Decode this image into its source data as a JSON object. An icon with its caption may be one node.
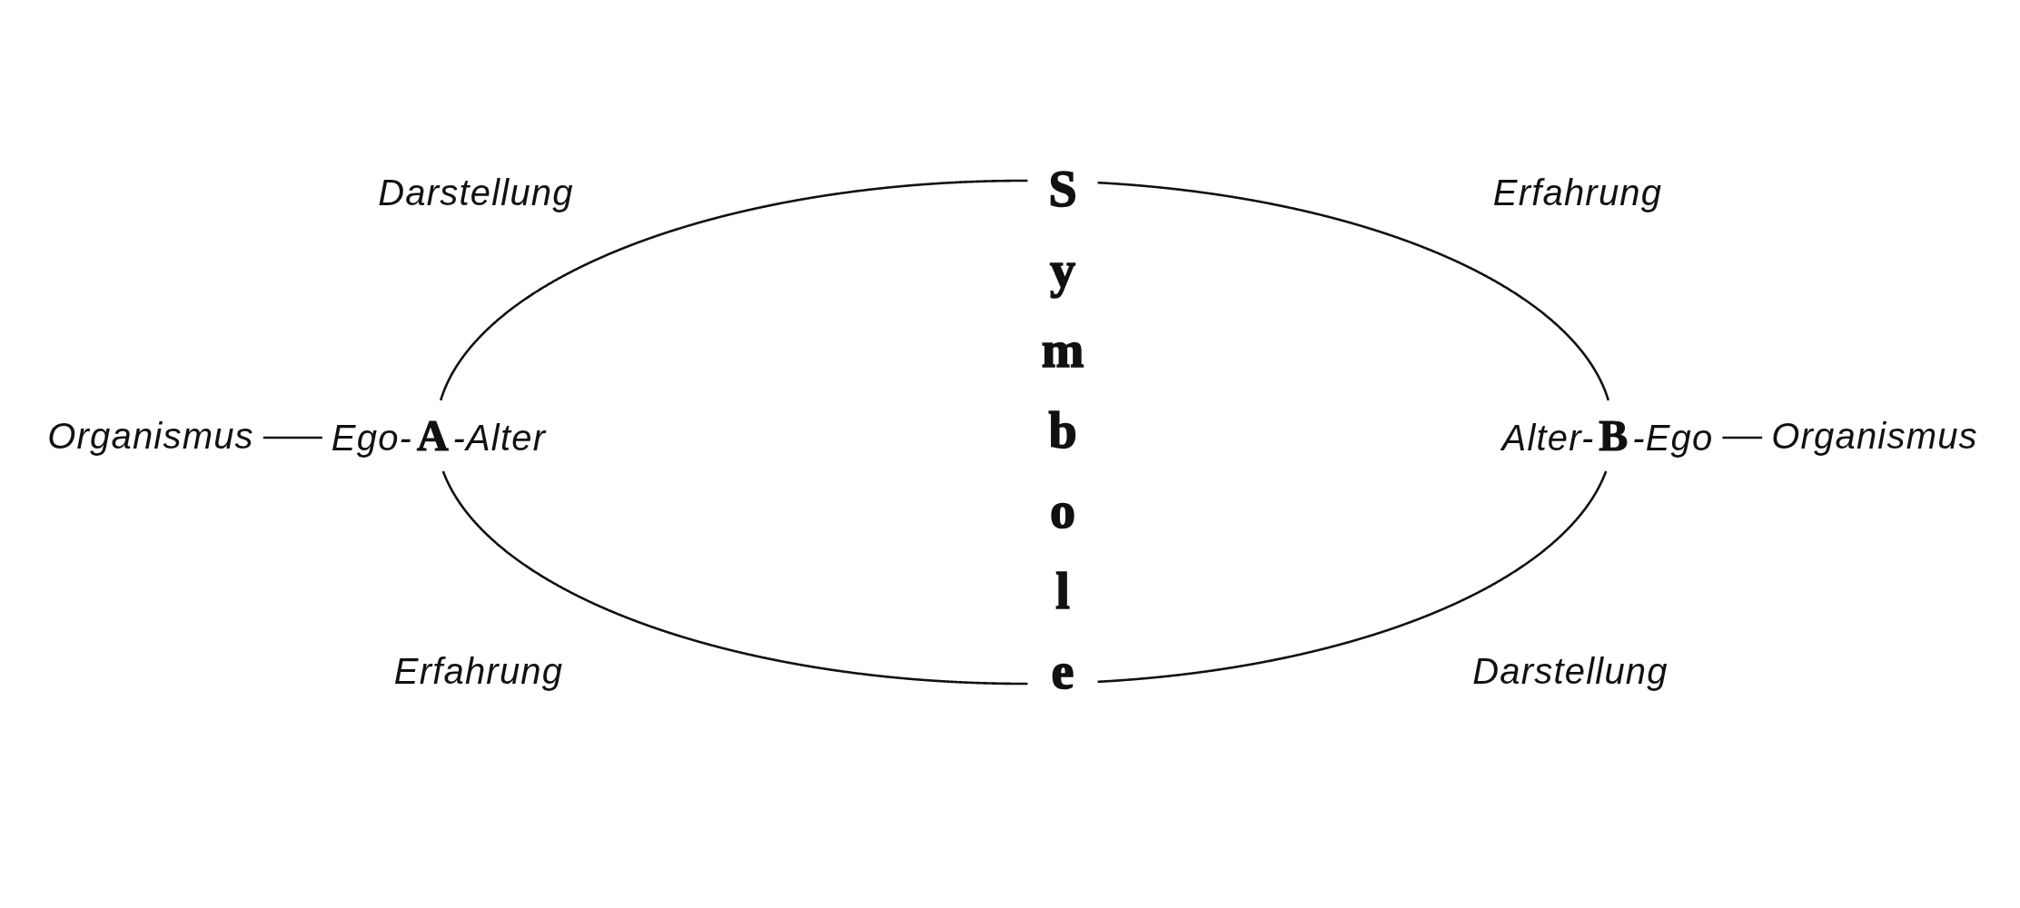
{
  "diagram": {
    "nodes": [
      {
        "text": [
          "Organismus"
        ]
      },
      {
        "text": [
          "Ego-**A**-Alter"
        ]
      },
      {
        "text": [
          "Symbole"
        ]
      },
      {
        "text": [
          "Alter-**B**-Ego"
        ]
      },
      {
        "text": [
          "Organismus"
        ]
      }
    ],
    "edges": [
      {
        "from": 0,
        "to": 1,
        "arrow": "none"
      },
      {
        "from": 1,
        "to": 2,
        "arrow": "none"
      },
      {
        "from": 1,
        "to": 2,
        "arrow": "none"
      },
      {
        "from": 2,
        "to": 3,
        "arrow": "none"
      },
      {
        "from": 2,
        "to": 3,
        "arrow": "none"
      },
      {
        "from": 3,
        "to": 4,
        "arrow": "none"
      }
    ],
    "labels": [
      "Darstellung",
      "Erfahrung",
      "Erfahrung",
      "Darstellung"
    ]
  }
}
